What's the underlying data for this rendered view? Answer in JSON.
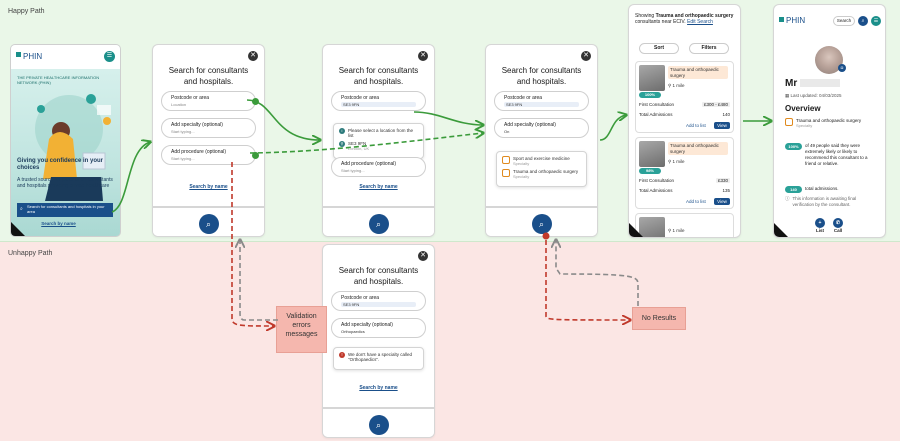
{
  "bands": {
    "happy_label": "Happy Path",
    "unhappy_label": "Unhappy Path"
  },
  "landing": {
    "logo": "PHIN",
    "kicker": "THE PRIVATE HEALTHCARE INFORMATION NETWORK (PHIN)",
    "headline": "Giving you confidence in your choices",
    "body": "A trusted source for patients on consultants and hospitals providing private healthcare",
    "cta": "Search for consultants and hospitals in your area",
    "link": "Search by name"
  },
  "search_form": {
    "title": "Search for consultants and hospitals.",
    "postcode_label": "Postcode or area",
    "postcode_placeholder": "Location",
    "postcode_value": "SE3 9FN",
    "specialty_label": "Add specialty (optional)",
    "specialty_placeholder": "Start typing...",
    "specialty_value_on": "On",
    "specialty_value_ortho": "Orthopaedics",
    "procedure_label": "Add procedure (optional)",
    "procedure_placeholder": "Start typing...",
    "search_by_name": "Search by name"
  },
  "location_dropdown": {
    "hint": "Please select a location from the list",
    "option_main": "SE3 9FN",
    "option_sub": "London, UK"
  },
  "specialty_dropdown": {
    "option1": "Sport and exercise medicine",
    "option1_sub": "Specialty",
    "option2": "Trauma and orthopaedic surgery",
    "option2_sub": "Specialty"
  },
  "validation_error": {
    "message": "We don't have a specialty called \"Orthopaedics\"."
  },
  "results": {
    "header_pre": "Showing ",
    "header_bold": "Trauma and orthopaedic surgery",
    "header_post": " consultants near ECIV.",
    "edit_link": "Edit Search",
    "sort": "Sort",
    "filters": "Filters",
    "cards": [
      {
        "score": "100%",
        "specialty": "Trauma and orthopaedic surgery",
        "distance": "1 mile",
        "fee_label": "First Consultation",
        "fee": "£300 - £480",
        "adm_label": "Total Admissions",
        "admissions": "140",
        "add": "Add to list",
        "view": "View"
      },
      {
        "score": "98%",
        "specialty": "Trauma and orthopaedic surgery",
        "distance": "1 mile",
        "fee_label": "First Consultation",
        "fee": "£330",
        "adm_label": "Total Admissions",
        "admissions": "135",
        "add": "Add to list",
        "view": "View"
      },
      {
        "distance": "1 mile"
      }
    ]
  },
  "profile": {
    "logo": "PHIN",
    "search": "Search",
    "name_prefix": "Mr",
    "updated": "Last updated: 04/03/2025",
    "overview": "Overview",
    "specialty": "Trauma and orthopaedic surgery",
    "specialty_sub": "Specialty",
    "rating_pill": "100%",
    "rating_text": "of 49 people said they were extremely likely or likely to recommend this consultant to a friend or relative.",
    "admissions_pill": "140",
    "admissions_text": "total admissions.",
    "verify_text": "This information is awaiting final verification by the consultant.",
    "list": "List",
    "call": "Call"
  },
  "annotations": {
    "validation": "Validation errors messages",
    "no_results": "No Results"
  },
  "colors": {
    "happy_band": "#eaf7e8",
    "unhappy_band": "#fbe6e4",
    "primary_blue": "#1a4f8a",
    "teal": "#1a8f8a",
    "green_arrow": "#3b9b3b",
    "red_arrow": "#c0392b",
    "grey_arrow": "#8a8a8a",
    "annotation_box": "#f5b7ae"
  }
}
